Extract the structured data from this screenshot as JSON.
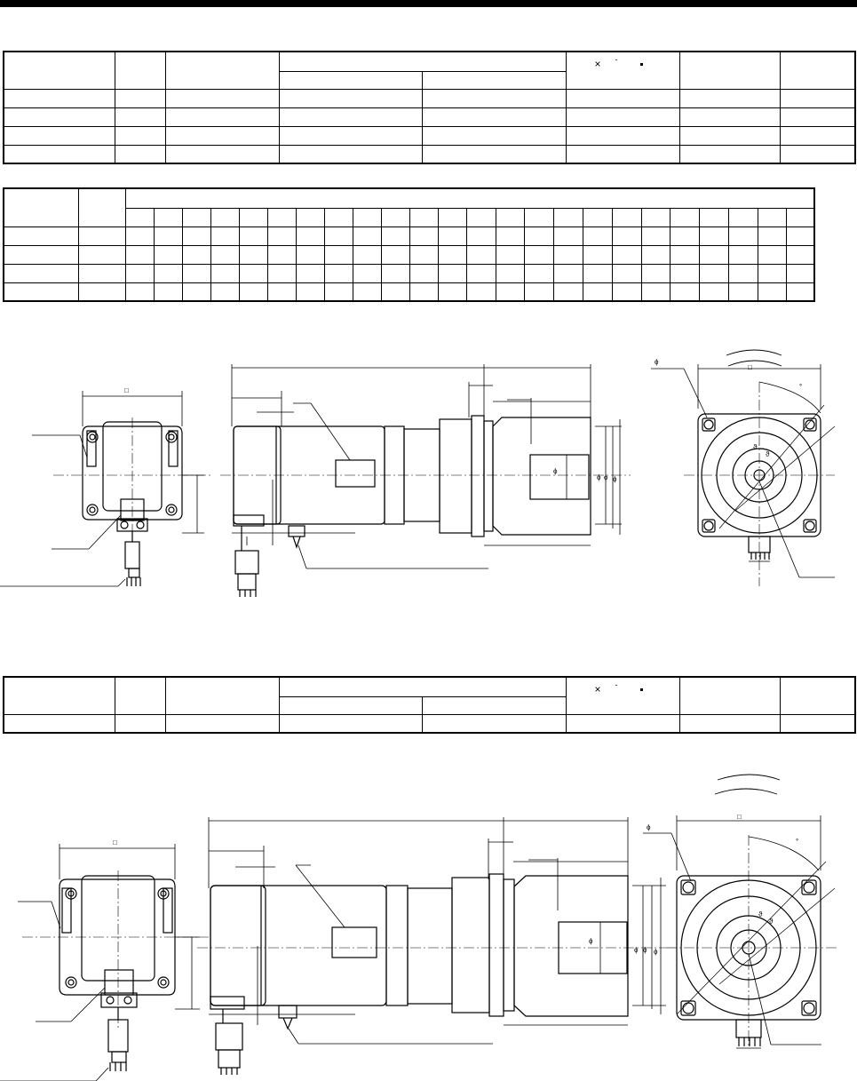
{
  "header": {
    "bar_color": "#000000"
  },
  "table1": {
    "rows": 4
  },
  "table2": {
    "rows": 4,
    "columns": 24
  },
  "table3": {
    "rows": 1
  },
  "drawing1": {
    "square_symbol": "□",
    "phi_symbol": "ϕ",
    "degree_symbol": "°",
    "theta_symbol": "ϑ"
  },
  "drawing2": {
    "square_symbol": "□",
    "phi_symbol": "ϕ",
    "degree_symbol": "°",
    "theta_symbol": "ϑ"
  },
  "colors": {
    "line": "#000000",
    "background": "#ffffff"
  }
}
